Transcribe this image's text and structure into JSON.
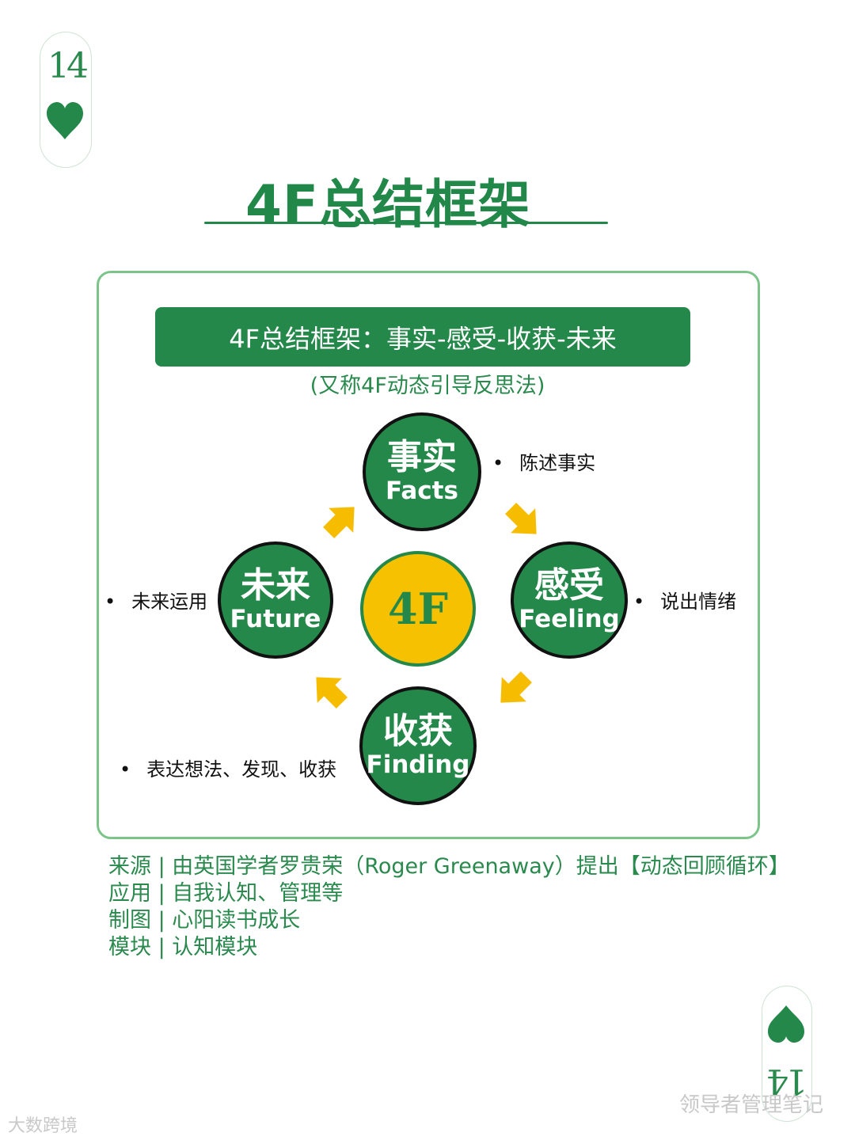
{
  "card": {
    "number": "14",
    "suit": "heart-icon"
  },
  "title": "4F总结框架",
  "banner": "4F总结框架：事实-感受-收获-未来",
  "subtitle": "(又称4F动态引导反思法)",
  "center_label": "4F",
  "nodes": {
    "facts": {
      "cn": "事实",
      "en": "Facts",
      "desc": "陈述事实"
    },
    "feeling": {
      "cn": "感受",
      "en": "Feeling",
      "desc": "说出情绪"
    },
    "finding": {
      "cn": "收获",
      "en": "Finding",
      "desc": "表达想法、发现、收获"
    },
    "future": {
      "cn": "未来",
      "en": "Future",
      "desc": "未来运用"
    }
  },
  "bullet": "•",
  "info": [
    {
      "key": "来源",
      "value": "由英国学者罗贵荣（Roger Greenaway）提出【动态回顾循环】"
    },
    {
      "key": "应用",
      "value": "自我认知、管理等"
    },
    {
      "key": "制图",
      "value": "心阳读书成长"
    },
    {
      "key": "模块",
      "value": "认知模块"
    }
  ],
  "separator": "|",
  "watermarks": {
    "left": "大数跨境",
    "right": "领导者管理笔记"
  },
  "colors": {
    "green": "#24884a",
    "yellow": "#f6c100",
    "frame": "#7cc489"
  }
}
